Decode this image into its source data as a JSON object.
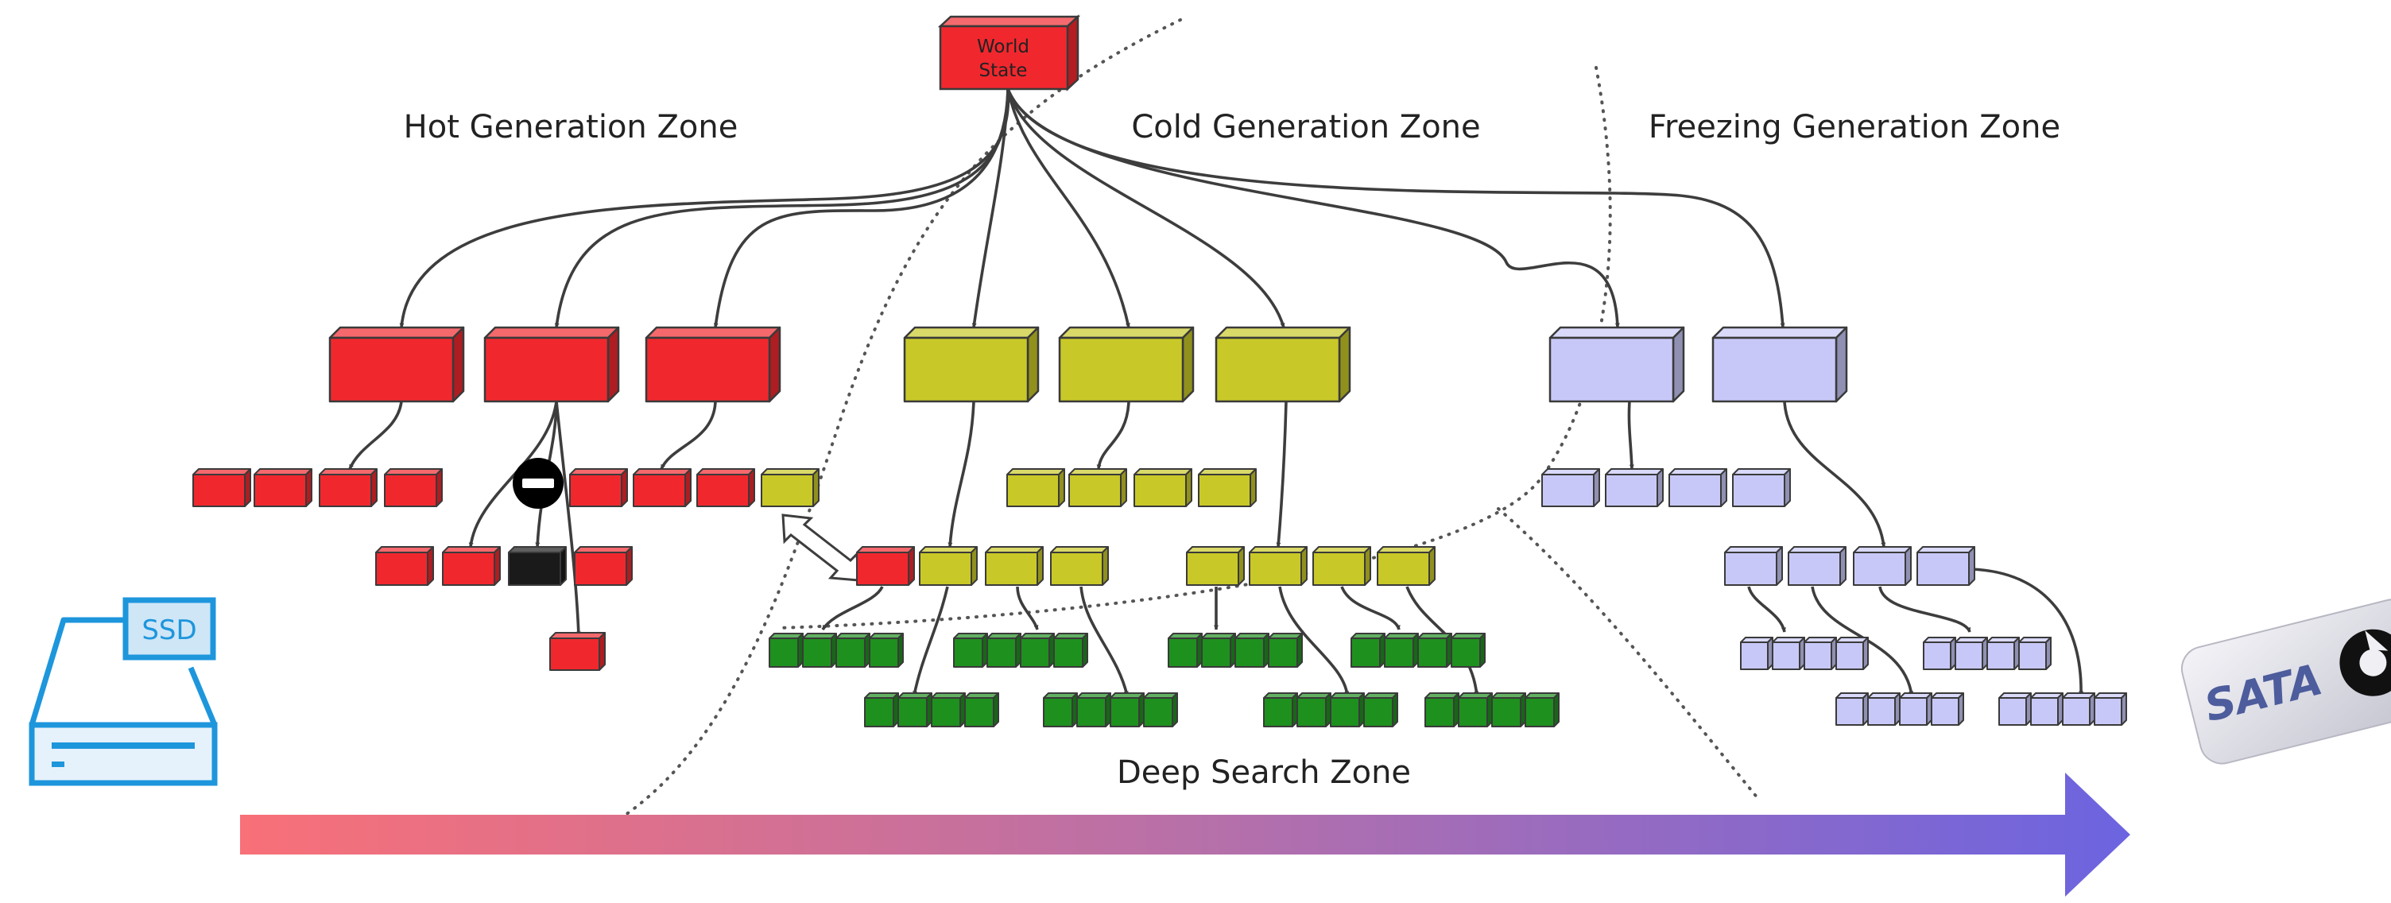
{
  "diagram": {
    "root_label_line1": "World",
    "root_label_line2": "State",
    "zones": {
      "hot": "Hot Generation Zone",
      "cold": "Cold Generation Zone",
      "freezing": "Freezing Generation Zone",
      "deep": "Deep Search Zone"
    },
    "storage": {
      "ssd_label": "SSD",
      "sata_label": "SATA"
    },
    "icons": [
      "no-entry-icon",
      "ssd-drive-icon",
      "sata-logo-icon",
      "bidirectional-arrow-icon",
      "progress-arrow-icon"
    ]
  },
  "colors": {
    "hot": "#f0282e",
    "cold": "#c8c828",
    "freezing": "#c8c8f8",
    "deep": "#1e901e",
    "evicted": "#1a1a1a",
    "ssd": "#1e96dc",
    "arrow_start": "#f87078",
    "arrow_end": "#6c64e0"
  }
}
